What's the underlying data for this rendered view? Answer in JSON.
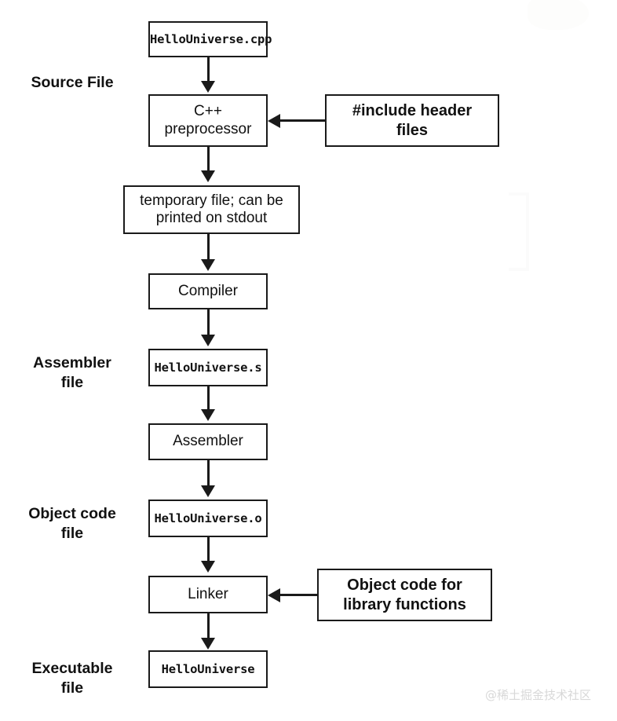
{
  "diagram": {
    "title": "C++ compilation pipeline flowchart",
    "accent_color": "#1a1a1a",
    "background_color": "#ffffff",
    "stage_labels": [
      {
        "id": "source-file",
        "text": "Source File"
      },
      {
        "id": "assembler-file",
        "text": "Assembler\nfile"
      },
      {
        "id": "object-code-file",
        "text": "Object code\nfile"
      },
      {
        "id": "executable-file",
        "text": "Executable\nfile"
      }
    ],
    "nodes": [
      {
        "id": "hellouniverse-cpp",
        "text": "HelloUniverse.cpp",
        "style": "mono"
      },
      {
        "id": "cpp-preprocessor",
        "text": "C++\npreprocessor",
        "style": "sans"
      },
      {
        "id": "include-header-files",
        "text": "#include header\nfiles",
        "style": "sansbold"
      },
      {
        "id": "temporary-file",
        "text": "temporary file; can be\nprinted on stdout",
        "style": "sans"
      },
      {
        "id": "compiler",
        "text": "Compiler",
        "style": "sans"
      },
      {
        "id": "hellouniverse-s",
        "text": "HelloUniverse.s",
        "style": "mono"
      },
      {
        "id": "assembler",
        "text": "Assembler",
        "style": "sans"
      },
      {
        "id": "hellouniverse-o",
        "text": "HelloUniverse.o",
        "style": "mono"
      },
      {
        "id": "linker",
        "text": "Linker",
        "style": "sans"
      },
      {
        "id": "object-code-library",
        "text": "Object code for\nlibrary functions",
        "style": "sansbold"
      },
      {
        "id": "hellouniverse-exe",
        "text": "HelloUniverse",
        "style": "mono"
      }
    ],
    "edges": [
      {
        "from": "hellouniverse-cpp",
        "to": "cpp-preprocessor",
        "direction": "down"
      },
      {
        "from": "include-header-files",
        "to": "cpp-preprocessor",
        "direction": "left"
      },
      {
        "from": "cpp-preprocessor",
        "to": "temporary-file",
        "direction": "down"
      },
      {
        "from": "temporary-file",
        "to": "compiler",
        "direction": "down"
      },
      {
        "from": "compiler",
        "to": "hellouniverse-s",
        "direction": "down"
      },
      {
        "from": "hellouniverse-s",
        "to": "assembler",
        "direction": "down"
      },
      {
        "from": "assembler",
        "to": "hellouniverse-o",
        "direction": "down"
      },
      {
        "from": "hellouniverse-o",
        "to": "linker",
        "direction": "down"
      },
      {
        "from": "object-code-library",
        "to": "linker",
        "direction": "left"
      },
      {
        "from": "linker",
        "to": "hellouniverse-exe",
        "direction": "down"
      }
    ]
  },
  "watermark": {
    "text": "@稀土掘金技术社区"
  }
}
